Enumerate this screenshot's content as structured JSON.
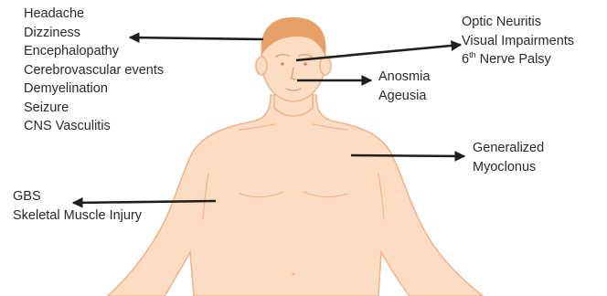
{
  "colors": {
    "skin": "#fcdcc3",
    "skin_outline": "#f0b58f",
    "hair": "#e7a067",
    "arrow": "#1e1e1e",
    "text": "#2a2a2a"
  },
  "labels": {
    "neurological": [
      "Headache",
      "Dizziness",
      "Encephalopathy",
      "Cerebrovascular events",
      "Demyelination",
      "Seizure",
      "CNS Vasculitis"
    ],
    "ocular": {
      "line1": "Optic Neuritis",
      "line2": "Visual Impairments",
      "line3_prefix": "6",
      "line3_sup": "th",
      "line3_suffix": " Nerve Palsy"
    },
    "smell_taste": [
      "Anosmia",
      "Ageusia"
    ],
    "muscular": [
      "Generalized",
      "Myoclonus"
    ],
    "peripheral": [
      "GBS",
      "Skeletal Muscle Injury"
    ]
  }
}
